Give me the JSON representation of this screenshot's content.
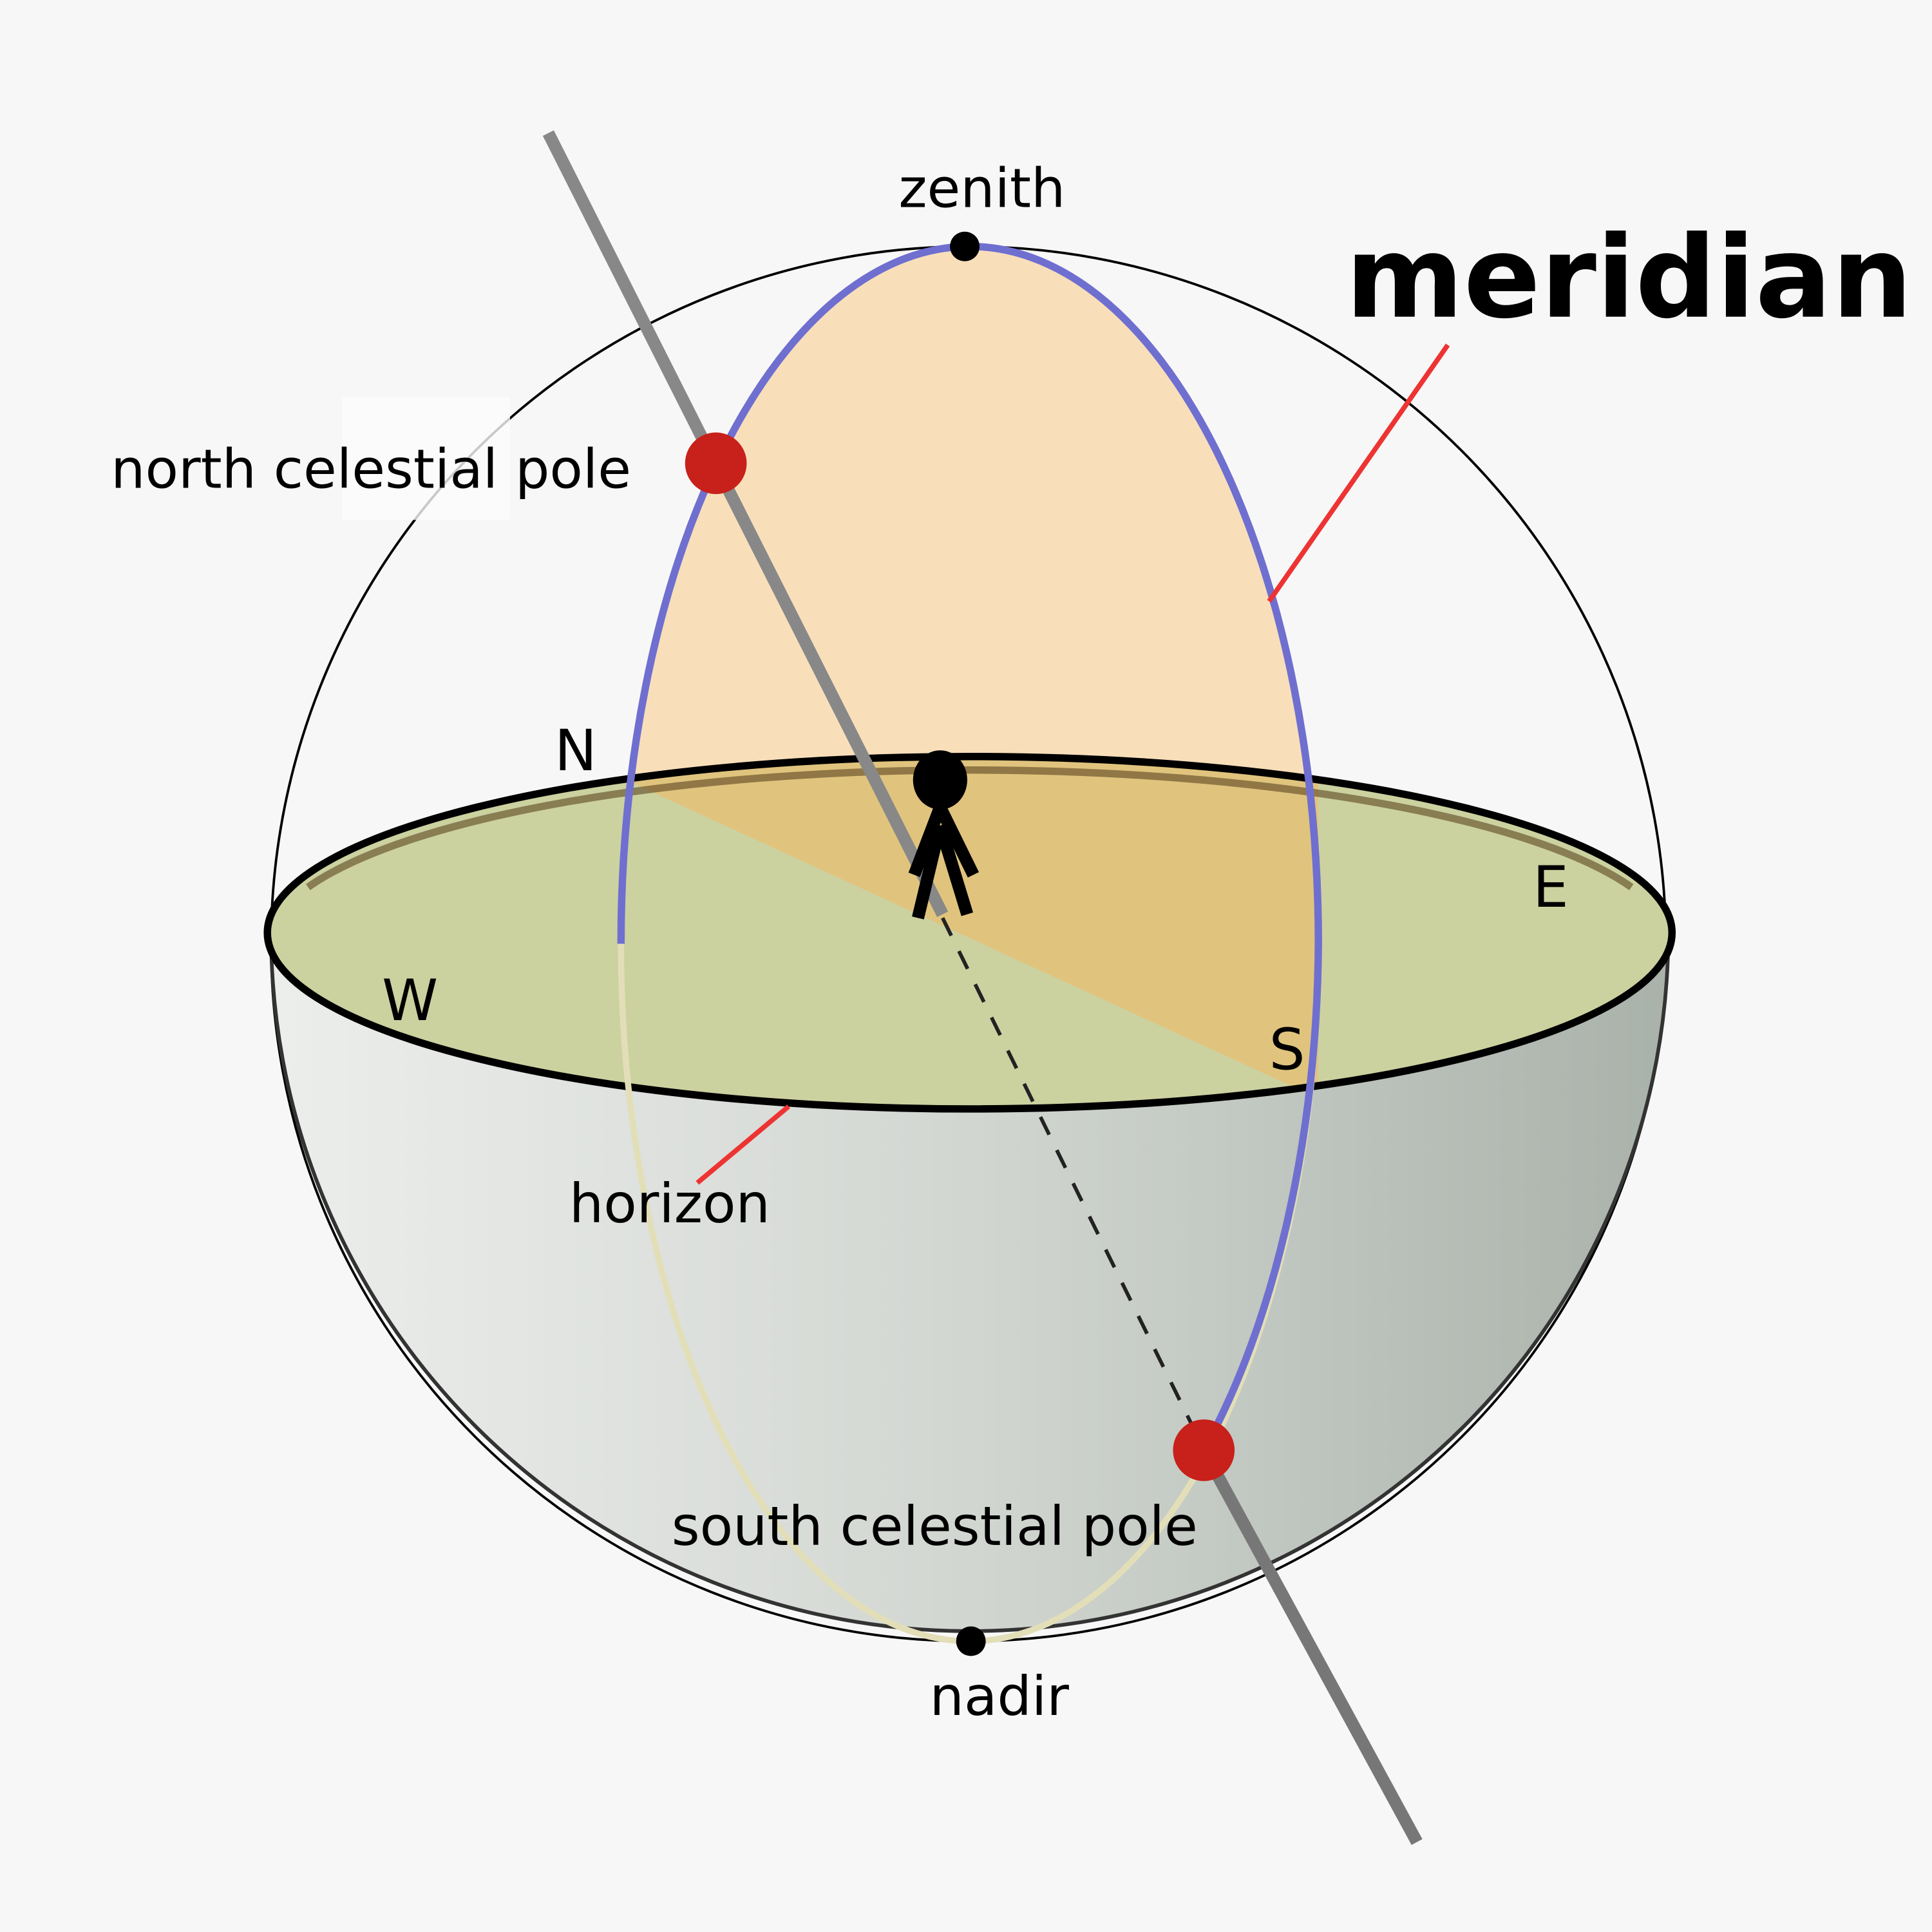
{
  "title": "meridian",
  "labels": {
    "zenith": "zenith",
    "nadir": "nadir",
    "north_celestial_pole": "north celestial pole",
    "south_celestial_pole": "south celestial pole",
    "horizon": "horizon",
    "meridian": "meridian"
  },
  "directions": {
    "north": "N",
    "south": "S",
    "east": "E",
    "west": "W"
  },
  "colors": {
    "background": "#f7f7f7",
    "meridian_line": "#6f6fd0",
    "meridian_fill": "#f8dfba",
    "meridian_on_horizon": "#e0c47e",
    "horizon_fill": "#ccd1a0",
    "pole": "#c8201a",
    "axis": "#888888",
    "pointer": "#ee3333"
  }
}
